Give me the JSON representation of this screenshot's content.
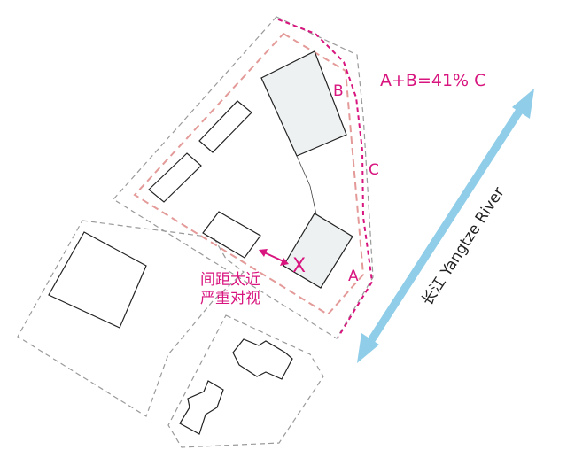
{
  "labels": {
    "formula": "A+B=41% C",
    "a": "A",
    "b": "B",
    "c": "C",
    "x_mark": "X",
    "note_line1": "间距太近",
    "note_line2": "严重对视",
    "river": "长江 Yangtze River"
  },
  "colors": {
    "accent": "#d8157f",
    "boundary_dashed": "#e39a98",
    "context_dashed": "#9a9a9a",
    "building_fill": "#eef1f1",
    "river_arrow": "#8fcde8"
  }
}
